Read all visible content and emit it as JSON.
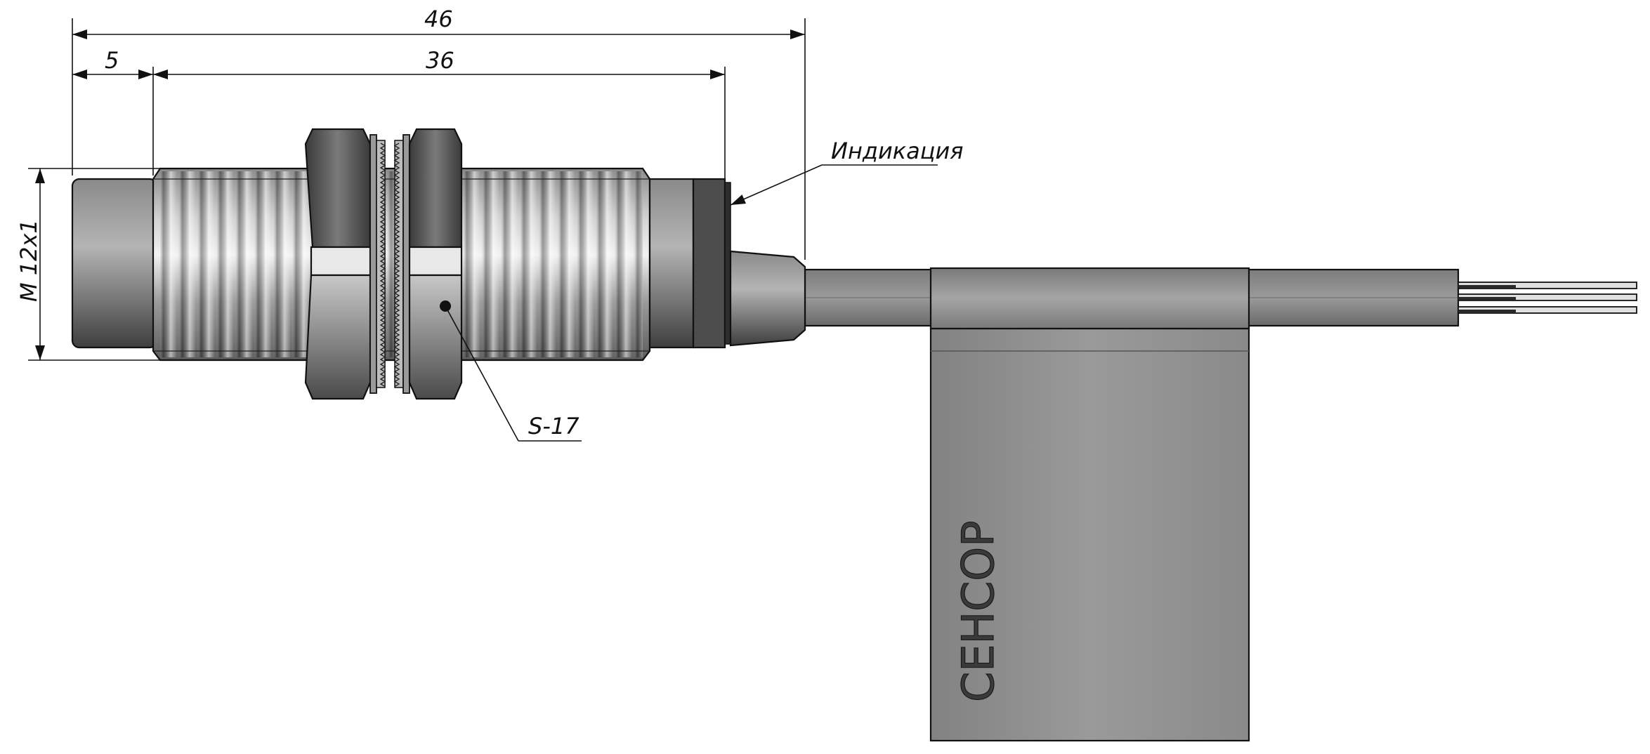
{
  "dimensions": {
    "overall_length": "46",
    "front_length": "5",
    "body_length": "36",
    "thread_size": "M 12x1"
  },
  "callouts": {
    "indication_label": "Индикация",
    "wrench_size": "S-17"
  },
  "label": {
    "brand": "СЕНСОР"
  },
  "colors": {
    "line": "#111111",
    "metal_dark": "#5a5a5a",
    "metal_light": "#e8e8e8",
    "cable": "#8a8a8a",
    "tag": "#8f8f8f"
  }
}
